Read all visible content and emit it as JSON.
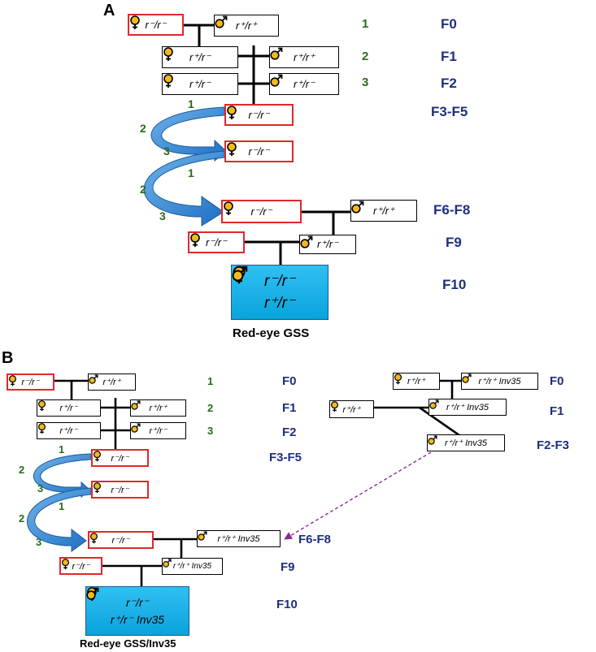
{
  "panel_a": {
    "label": "A",
    "generations": [
      "F0",
      "F1",
      "F2",
      "F3-F5",
      "F6-F8",
      "F9",
      "F10"
    ],
    "cross_numbers": [
      "1",
      "2",
      "3"
    ],
    "arrow_numbers": [
      "1",
      "2",
      "3"
    ],
    "boxes": {
      "f0_female": "r⁻/r⁻",
      "f0_male": "r⁺/r⁺",
      "f1_female": "r⁺/r⁻",
      "f1_male": "r⁺/r⁺",
      "f2_female": "r⁺/r⁻",
      "f2_male": "r⁺/r⁻",
      "f3_female_a": "r⁻/r⁻",
      "f3_female_b": "r⁻/r⁻",
      "f6_female": "r⁻/r⁻",
      "f6_male": "r⁺/r⁺",
      "f9_female": "r⁻/r⁻",
      "f9_male": "r⁺/r⁻"
    },
    "gss_female": "r⁻/r⁻",
    "gss_male": "r⁺/r⁻",
    "caption": "Red-eye GSS"
  },
  "panel_b": {
    "label": "B",
    "generations": [
      "F0",
      "F1",
      "F2",
      "F3-F5",
      "F6-F8",
      "F9",
      "F10"
    ],
    "right_generations": [
      "F0",
      "F1",
      "F2-F3"
    ],
    "cross_numbers": [
      "1",
      "2",
      "3"
    ],
    "arrow_numbers": [
      "1",
      "2",
      "3"
    ],
    "boxes": {
      "f0_female": "r⁻/r⁻",
      "f0_male": "r⁺/r⁺",
      "f1_female": "r⁺/r⁻",
      "f1_male": "r⁺/r⁺",
      "f2_female": "r⁺/r⁻",
      "f2_male": "r⁺/r⁻",
      "f3_female_a": "r⁻/r⁻",
      "f3_female_b": "r⁻/r⁻",
      "f6_female": "r⁻/r⁻",
      "f6_male": "r⁺/r⁺ Inv35",
      "f9_female": "r⁻/r⁻",
      "f9_male": "r⁺/r⁺ Inv35",
      "r_f0_female": "r⁺/r⁺",
      "r_f0_male": "r⁺/r⁺ Inv35",
      "r_f1_female": "r⁺/r⁺",
      "r_f1_male": "r⁺/r⁺ Inv35",
      "r_f2_male": "r⁺/r⁺ Inv35"
    },
    "gss_female": "r⁻/r⁻",
    "gss_male": "r⁺/r⁻ Inv35",
    "caption": "Red-eye GSS/Inv35"
  },
  "colors": {
    "generation_label": "#1f2e80",
    "number_label": "#2a6a1e",
    "symbol_fill": "#f2b81c",
    "female_box_border": "#e0282b",
    "gss_box_fill": "#19b1e8",
    "arrow_fill": "#2f7fd1",
    "transfer_arrow": "#8c2a9a"
  }
}
